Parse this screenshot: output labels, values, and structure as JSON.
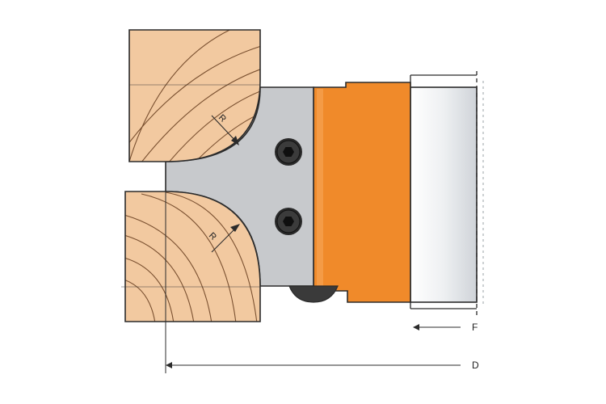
{
  "diagram": {
    "labels": {
      "radius_top": "R",
      "radius_bottom": "R",
      "dimension_f": "F",
      "dimension_d": "D"
    },
    "colors": {
      "wood": "#f2c9a0",
      "grain": "#7a5030",
      "cutter_body": "#c7c9cc",
      "hub": "#f08a2a",
      "shaft": "#e6e8eb",
      "hex_bolt": "#2a2a2a",
      "outline": "#2b2b2b"
    },
    "icons": {
      "bolts": [
        "hex-bolt-icon",
        "hex-bolt-icon"
      ]
    }
  }
}
